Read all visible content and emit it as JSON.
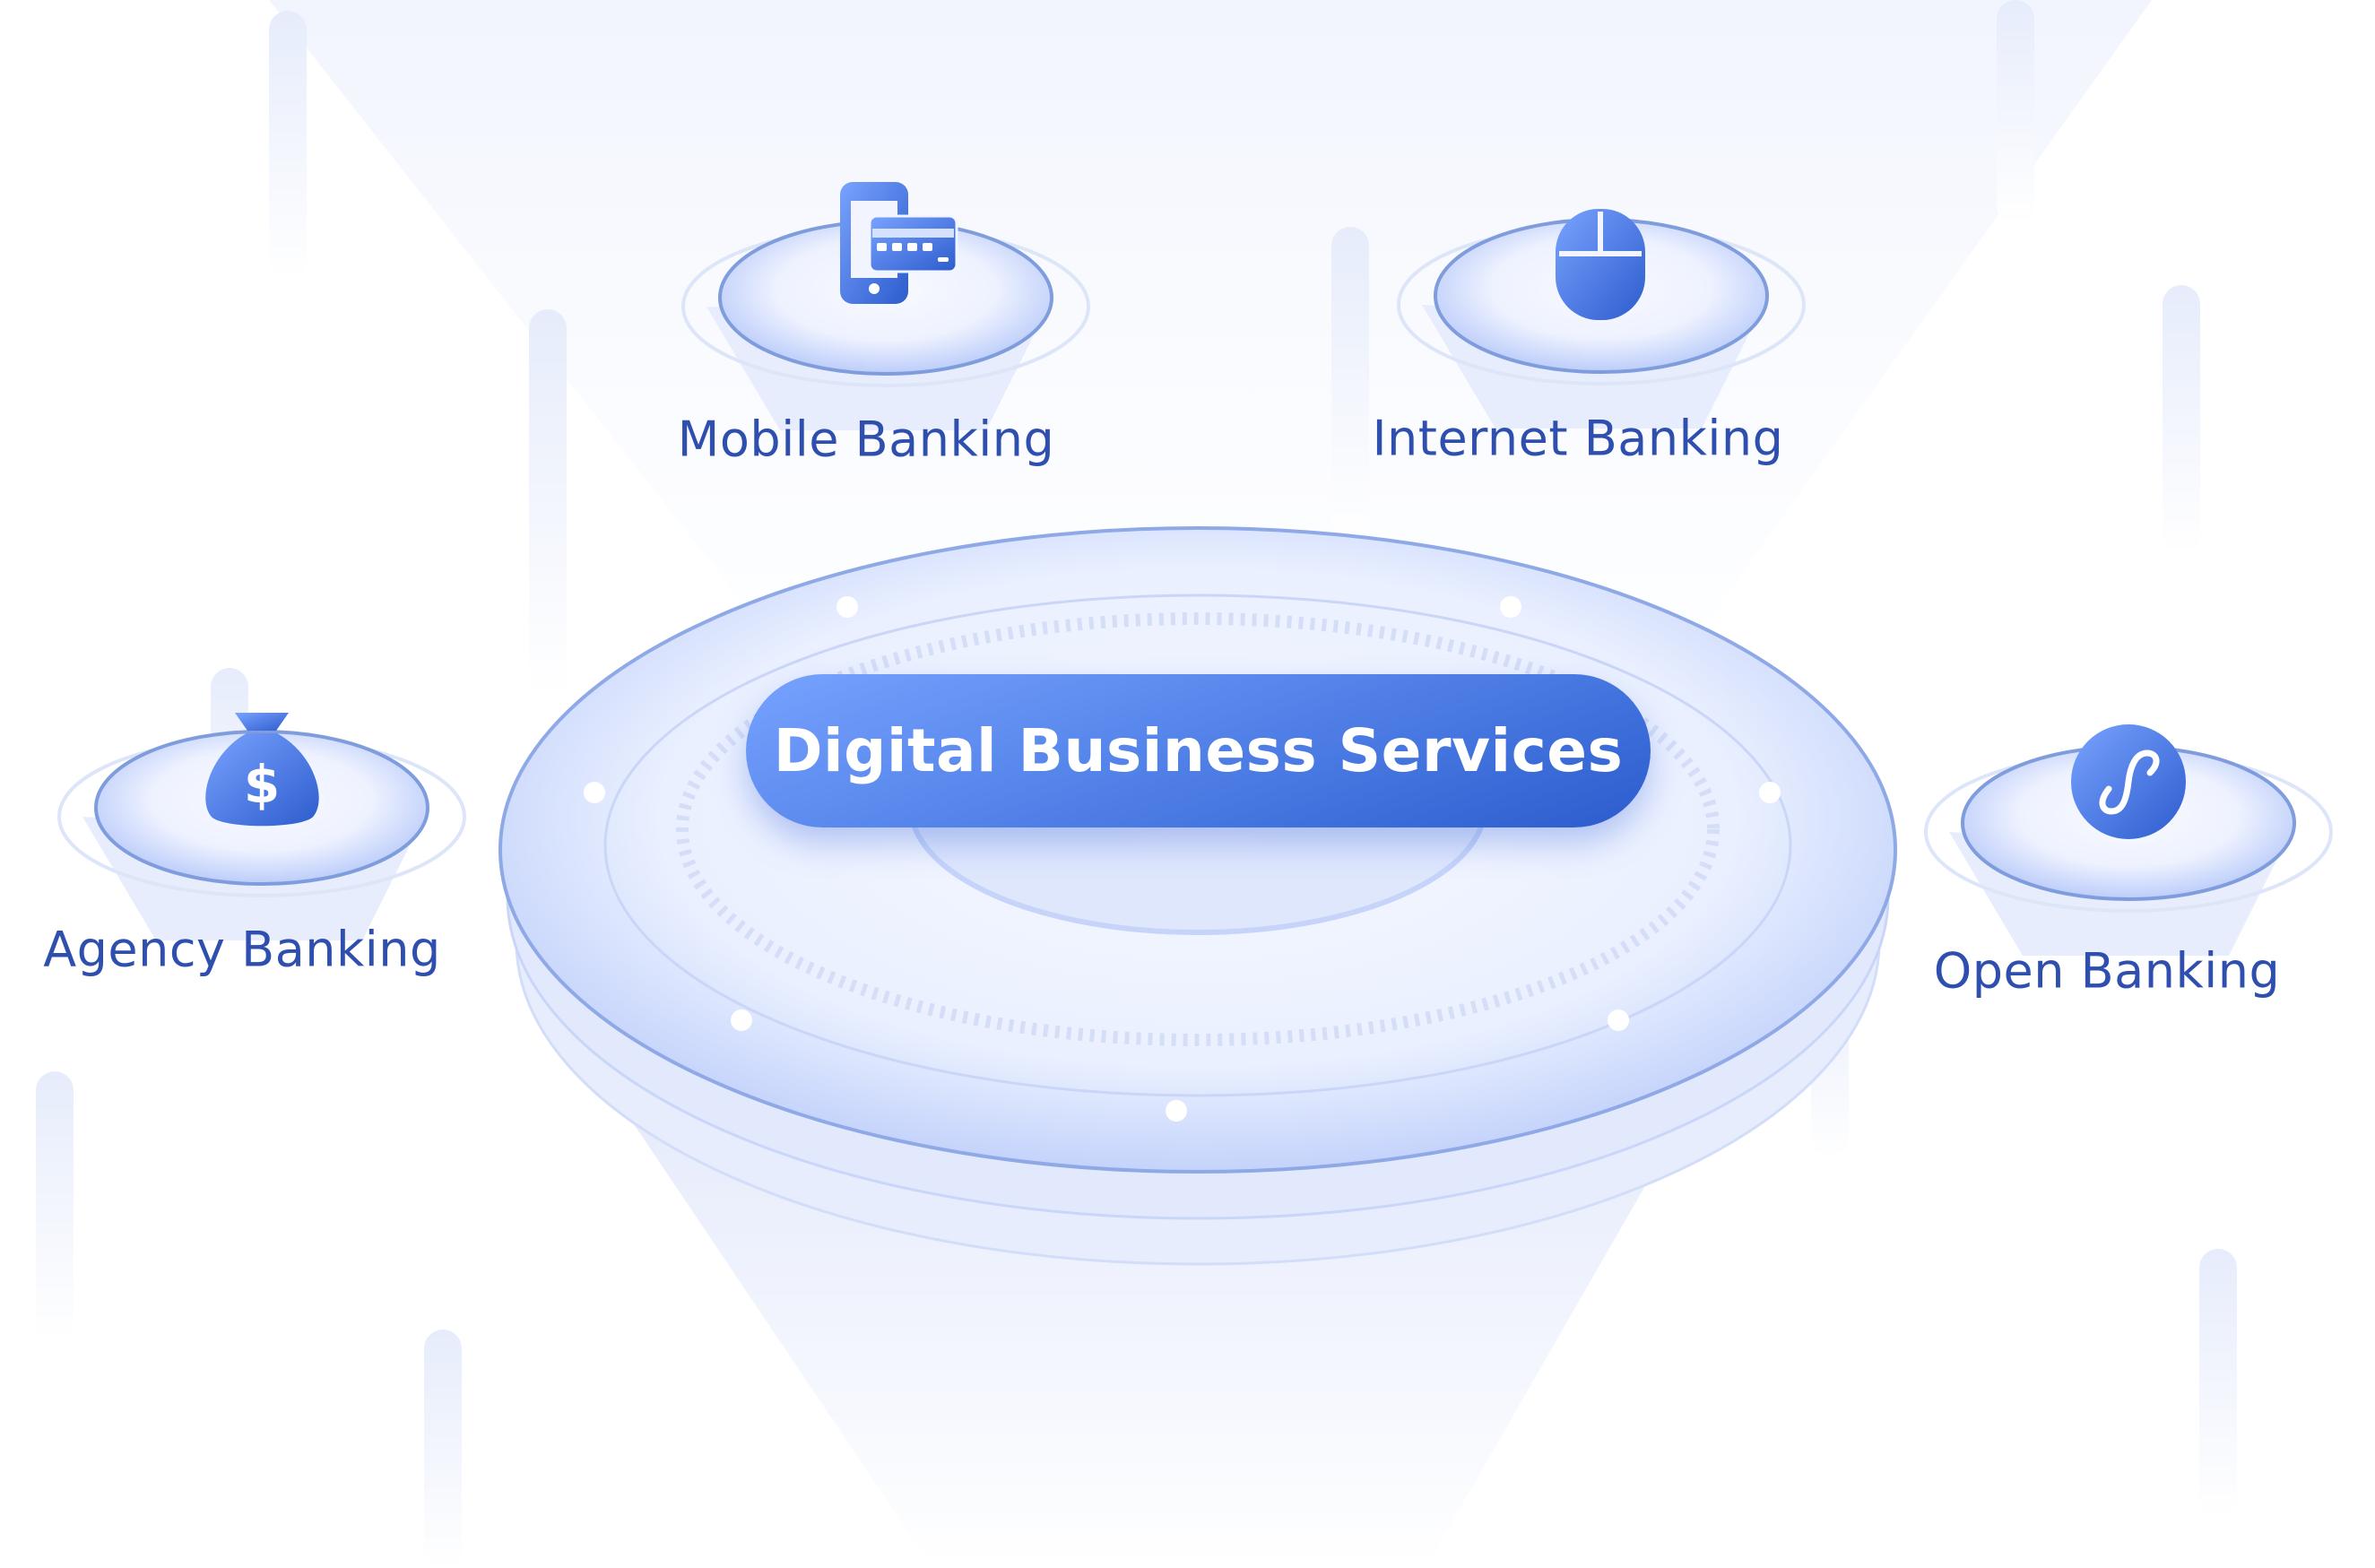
{
  "center": {
    "title": "Digital Business Services"
  },
  "channels": [
    {
      "label": "Mobile Banking",
      "icon": "mobile-card-icon"
    },
    {
      "label": "Internet Banking",
      "icon": "mouse-icon"
    },
    {
      "label": "Agency Banking",
      "icon": "money-bag-icon"
    },
    {
      "label": "Open Banking",
      "icon": "link-icon"
    }
  ],
  "colors": {
    "accent": "#4a78e6",
    "label": "#2f4fae",
    "platform": "#e6ecff"
  }
}
